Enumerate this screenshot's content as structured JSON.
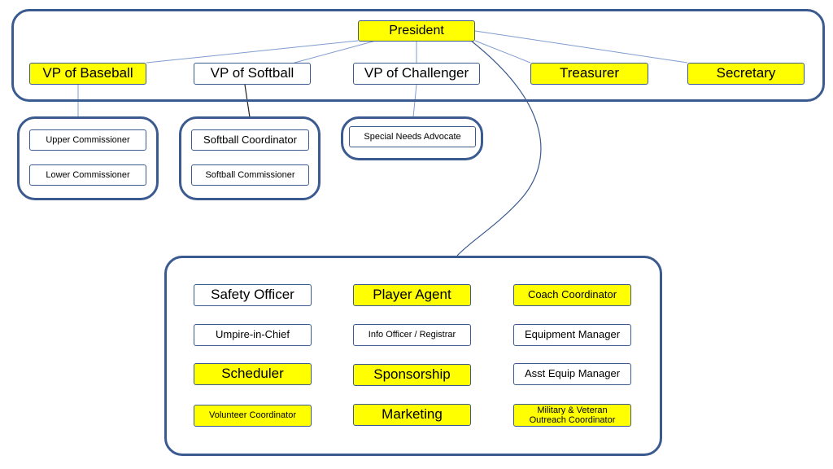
{
  "colors": {
    "highlight": "#ffff00",
    "plain": "#ffffff",
    "border": "#3b5a8f",
    "line": "#7f9ccf"
  },
  "board": {
    "president": "President",
    "vp_baseball": "VP of Baseball",
    "vp_softball": "VP of Softball",
    "vp_challenger": "VP of Challenger",
    "treasurer": "Treasurer",
    "secretary": "Secretary"
  },
  "baseball_group": {
    "upper": "Upper Commissioner",
    "lower": "Lower Commissioner"
  },
  "softball_group": {
    "coordinator": "Softball Coordinator",
    "commissioner": "Softball Commissioner"
  },
  "challenger_group": {
    "advocate": "Special Needs Advocate"
  },
  "officers": {
    "safety_officer": "Safety Officer",
    "player_agent": "Player Agent",
    "coach_coordinator": "Coach Coordinator",
    "umpire_in_chief": "Umpire-in-Chief",
    "info_officer": "Info Officer / Registrar",
    "equipment_manager": "Equipment Manager",
    "scheduler": "Scheduler",
    "sponsorship": "Sponsorship",
    "asst_equip_manager": "Asst Equip Manager",
    "volunteer_coordinator": "Volunteer Coordinator",
    "marketing": "Marketing",
    "military_line1": "Military & Veteran",
    "military_line2": "Outreach Coordinator"
  }
}
